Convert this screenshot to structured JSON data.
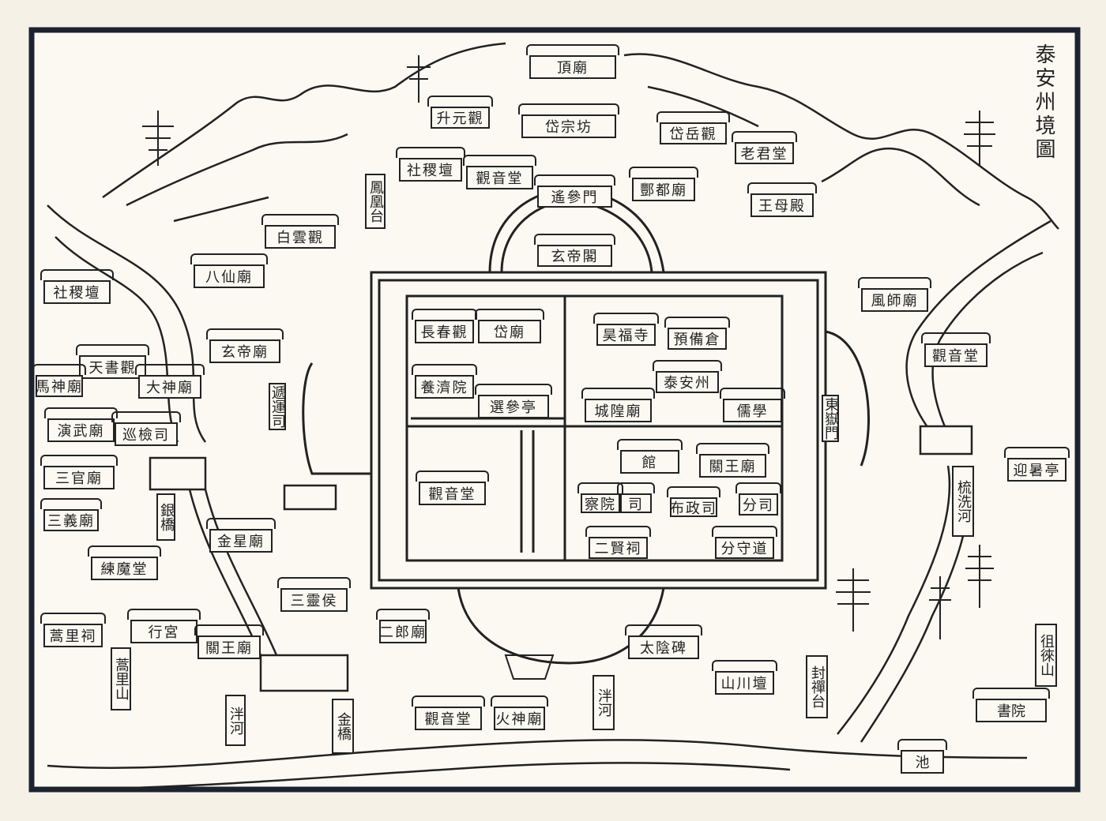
{
  "map": {
    "title": "泰安州境圖",
    "colors": {
      "paper": "#f5f1e6",
      "ink": "#222222",
      "frame": "#1c2230"
    },
    "temples": {
      "top": "頂廟",
      "upper_left_1": "升元觀",
      "upper_left_2": "社稷壇",
      "upper_center": "岱宗坊",
      "upper_center_2": "觀音堂",
      "upper_right_1": "岱岳觀",
      "upper_right_2": "老君堂",
      "upper_right_3": "酆都廟",
      "upper_right_4": "王母殿",
      "gate_upper": "遙參門",
      "gate_second": "玄帝閣",
      "left_1": "白雲觀",
      "left_2": "八仙廟",
      "left_3": "玄帝廟",
      "left_4": "天書觀",
      "left_5": "大神廟",
      "left_6": "馬神廟",
      "left_7": "演武廟",
      "left_8": "巡檢司",
      "left_9": "三官廟",
      "left_10": "三義廟",
      "left_11": "金星廟",
      "left_12": "練魔堂",
      "left_13": "三靈侯",
      "left_14": "行宮",
      "left_15": "關王廟",
      "left_16": "蒿里祠",
      "left_17": "二郎廟",
      "far_left_1": "社稷壇",
      "fenghuang": "鳳凰台",
      "yiti": "遞運司",
      "yinqiao": "銀橋",
      "haoli": "蒿里山",
      "panhe_left": "泮河",
      "jinqiao": "金橋",
      "right_1": "風師廟",
      "right_2": "觀音堂",
      "right_3": "迎暑亭",
      "right_river": "梳洗河",
      "right_mtn": "徂徠山",
      "right_shuyuan": "書院",
      "right_chi": "池",
      "inner_1": "長春觀",
      "inner_2": "岱廟",
      "inner_3": "昊福寺",
      "inner_4": "預備倉",
      "inner_5": "養濟院",
      "inner_6": "泰安州",
      "inner_7": "選參亭",
      "inner_8": "城隍廟",
      "inner_9": "儒學",
      "inner_10": "觀音堂",
      "inner_11": "館",
      "inner_12": "關王廟",
      "inner_13": "察院",
      "inner_14": "司",
      "inner_15": "布政司",
      "inner_16": "分司",
      "inner_17": "二賢祠",
      "inner_18": "分守道",
      "east_gate": "東嶽門",
      "south_1": "太陰碑",
      "south_2": "泮河",
      "south_3": "山川壇",
      "south_4": "封禪台",
      "south_5": "觀音堂",
      "south_6": "火神廟"
    }
  }
}
